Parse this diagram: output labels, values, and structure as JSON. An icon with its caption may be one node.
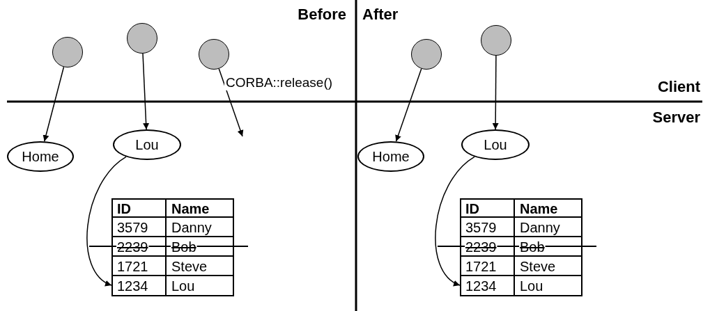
{
  "diagram": {
    "nodes": [
      {
        "text": [],
        "shape": "circle"
      },
      {
        "text": [],
        "shape": "circle"
      },
      {
        "text": [],
        "shape": "circle"
      },
      {
        "text": [],
        "shape": "circle"
      },
      {
        "text": [],
        "shape": "circle"
      },
      {
        "text": [
          "Home"
        ]
      },
      {
        "text": [
          "Lou"
        ]
      },
      {
        "text": [
          "Home"
        ]
      },
      {
        "text": [
          "Lou"
        ]
      },
      {
        "text": [],
        "shape": "box"
      },
      {
        "text": [],
        "shape": "box"
      }
    ],
    "edges": [
      {
        "from": 0,
        "to": 5,
        "arrow": "to"
      },
      {
        "from": 1,
        "to": 6,
        "arrow": "to"
      },
      {
        "from": 2,
        "to": null,
        "arrow": "to",
        "label": "CORBA::release()"
      },
      {
        "from": 3,
        "to": 7,
        "arrow": "to"
      },
      {
        "from": 4,
        "to": 8,
        "arrow": "to"
      },
      {
        "from": 6,
        "to": 9,
        "arrow": "to"
      },
      {
        "from": 8,
        "to": 10,
        "arrow": "to"
      }
    ],
    "labels": [
      "Before",
      "After",
      "Client",
      "Server",
      "ID",
      "Name",
      "3579",
      "Danny",
      "2239",
      "Bob",
      "1721",
      "Steve",
      "1234",
      "Lou",
      "ID",
      "Name",
      "3579",
      "Danny",
      "2239",
      "Bob",
      "1721",
      "Steve",
      "1234",
      "Lou"
    ]
  }
}
